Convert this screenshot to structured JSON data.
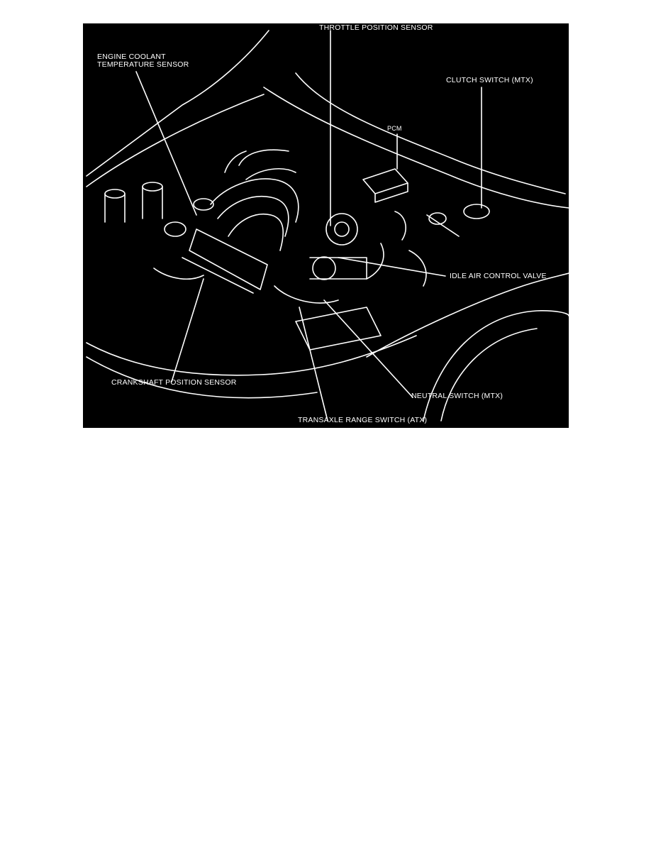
{
  "diagram": {
    "background_color": "#000000",
    "line_color": "#ffffff",
    "labels": {
      "throttle_position_sensor": "THROTTLE POSITION SENSOR",
      "engine_coolant_line1": "ENGINE COOLANT",
      "engine_coolant_line2": "TEMPERATURE SENSOR",
      "clutch_switch": "CLUTCH SWITCH (MTX)",
      "pcm": "PCM",
      "idle_air_control_valve": "IDLE AIR CONTROL VALVE",
      "crankshaft_position_sensor": "CRANKSHAFT POSITION SENSOR",
      "neutral_switch": "NEUTRAL SWITCH (MTX)",
      "transaxle_range_switch": "TRANSAXLE RANGE SWITCH (ATX)"
    }
  }
}
